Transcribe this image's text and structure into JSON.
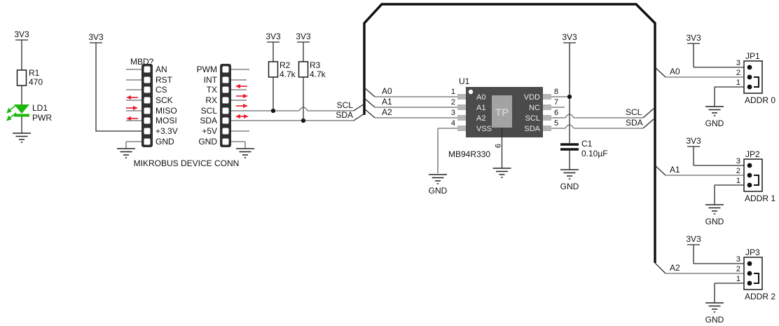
{
  "labels": {
    "rail": "3V3",
    "gnd": "GND"
  },
  "power_led": {
    "res_ref": "R1",
    "res_val": "470",
    "led_ref": "LD1",
    "led_label": "PWR"
  },
  "mikrobus": {
    "designator": "MBD?",
    "title": "MIKROBUS DEVICE CONN",
    "left_pins": [
      "AN",
      "RST",
      "CS",
      "SCK",
      "MISO",
      "MOSI",
      "+3.3V",
      "GND"
    ],
    "right_pins": [
      "PWM",
      "INT",
      "TX",
      "RX",
      "SCL",
      "SDA",
      "+5V",
      "GND"
    ]
  },
  "pullups": {
    "r2": {
      "ref": "R2",
      "val": "4.7k"
    },
    "r3": {
      "ref": "R3",
      "val": "4.7k"
    }
  },
  "nets": {
    "scl": "SCL",
    "sda": "SDA",
    "a0": "A0",
    "a1": "A1",
    "a2": "A2"
  },
  "chip": {
    "ref": "U1",
    "part": "MB94R330",
    "tp_label": "TP",
    "tp_pin": "9",
    "pins_left": [
      {
        "num": "1",
        "name": "A0"
      },
      {
        "num": "2",
        "name": "A1"
      },
      {
        "num": "3",
        "name": "A2"
      },
      {
        "num": "4",
        "name": "VSS"
      }
    ],
    "pins_right": [
      {
        "num": "8",
        "name": "VDD"
      },
      {
        "num": "7",
        "name": "NC"
      },
      {
        "num": "6",
        "name": "SCL"
      },
      {
        "num": "5",
        "name": "SDA"
      }
    ]
  },
  "cap": {
    "ref": "C1",
    "val": "0.10µF"
  },
  "jumpers": [
    {
      "ref": "JP1",
      "label": "ADDR 0",
      "pins": [
        "3",
        "2",
        "1"
      ]
    },
    {
      "ref": "JP2",
      "label": "ADDR 1",
      "pins": [
        "3",
        "2",
        "1"
      ]
    },
    {
      "ref": "JP3",
      "label": "ADDR 2",
      "pins": [
        "3",
        "2",
        "1"
      ]
    }
  ],
  "colors": {
    "wire": "#848484",
    "bus": "#0e0e0e",
    "red_arrow": "#ee1b2d",
    "led_green": "#1db80c",
    "chip_body": "#4b4b4b"
  }
}
